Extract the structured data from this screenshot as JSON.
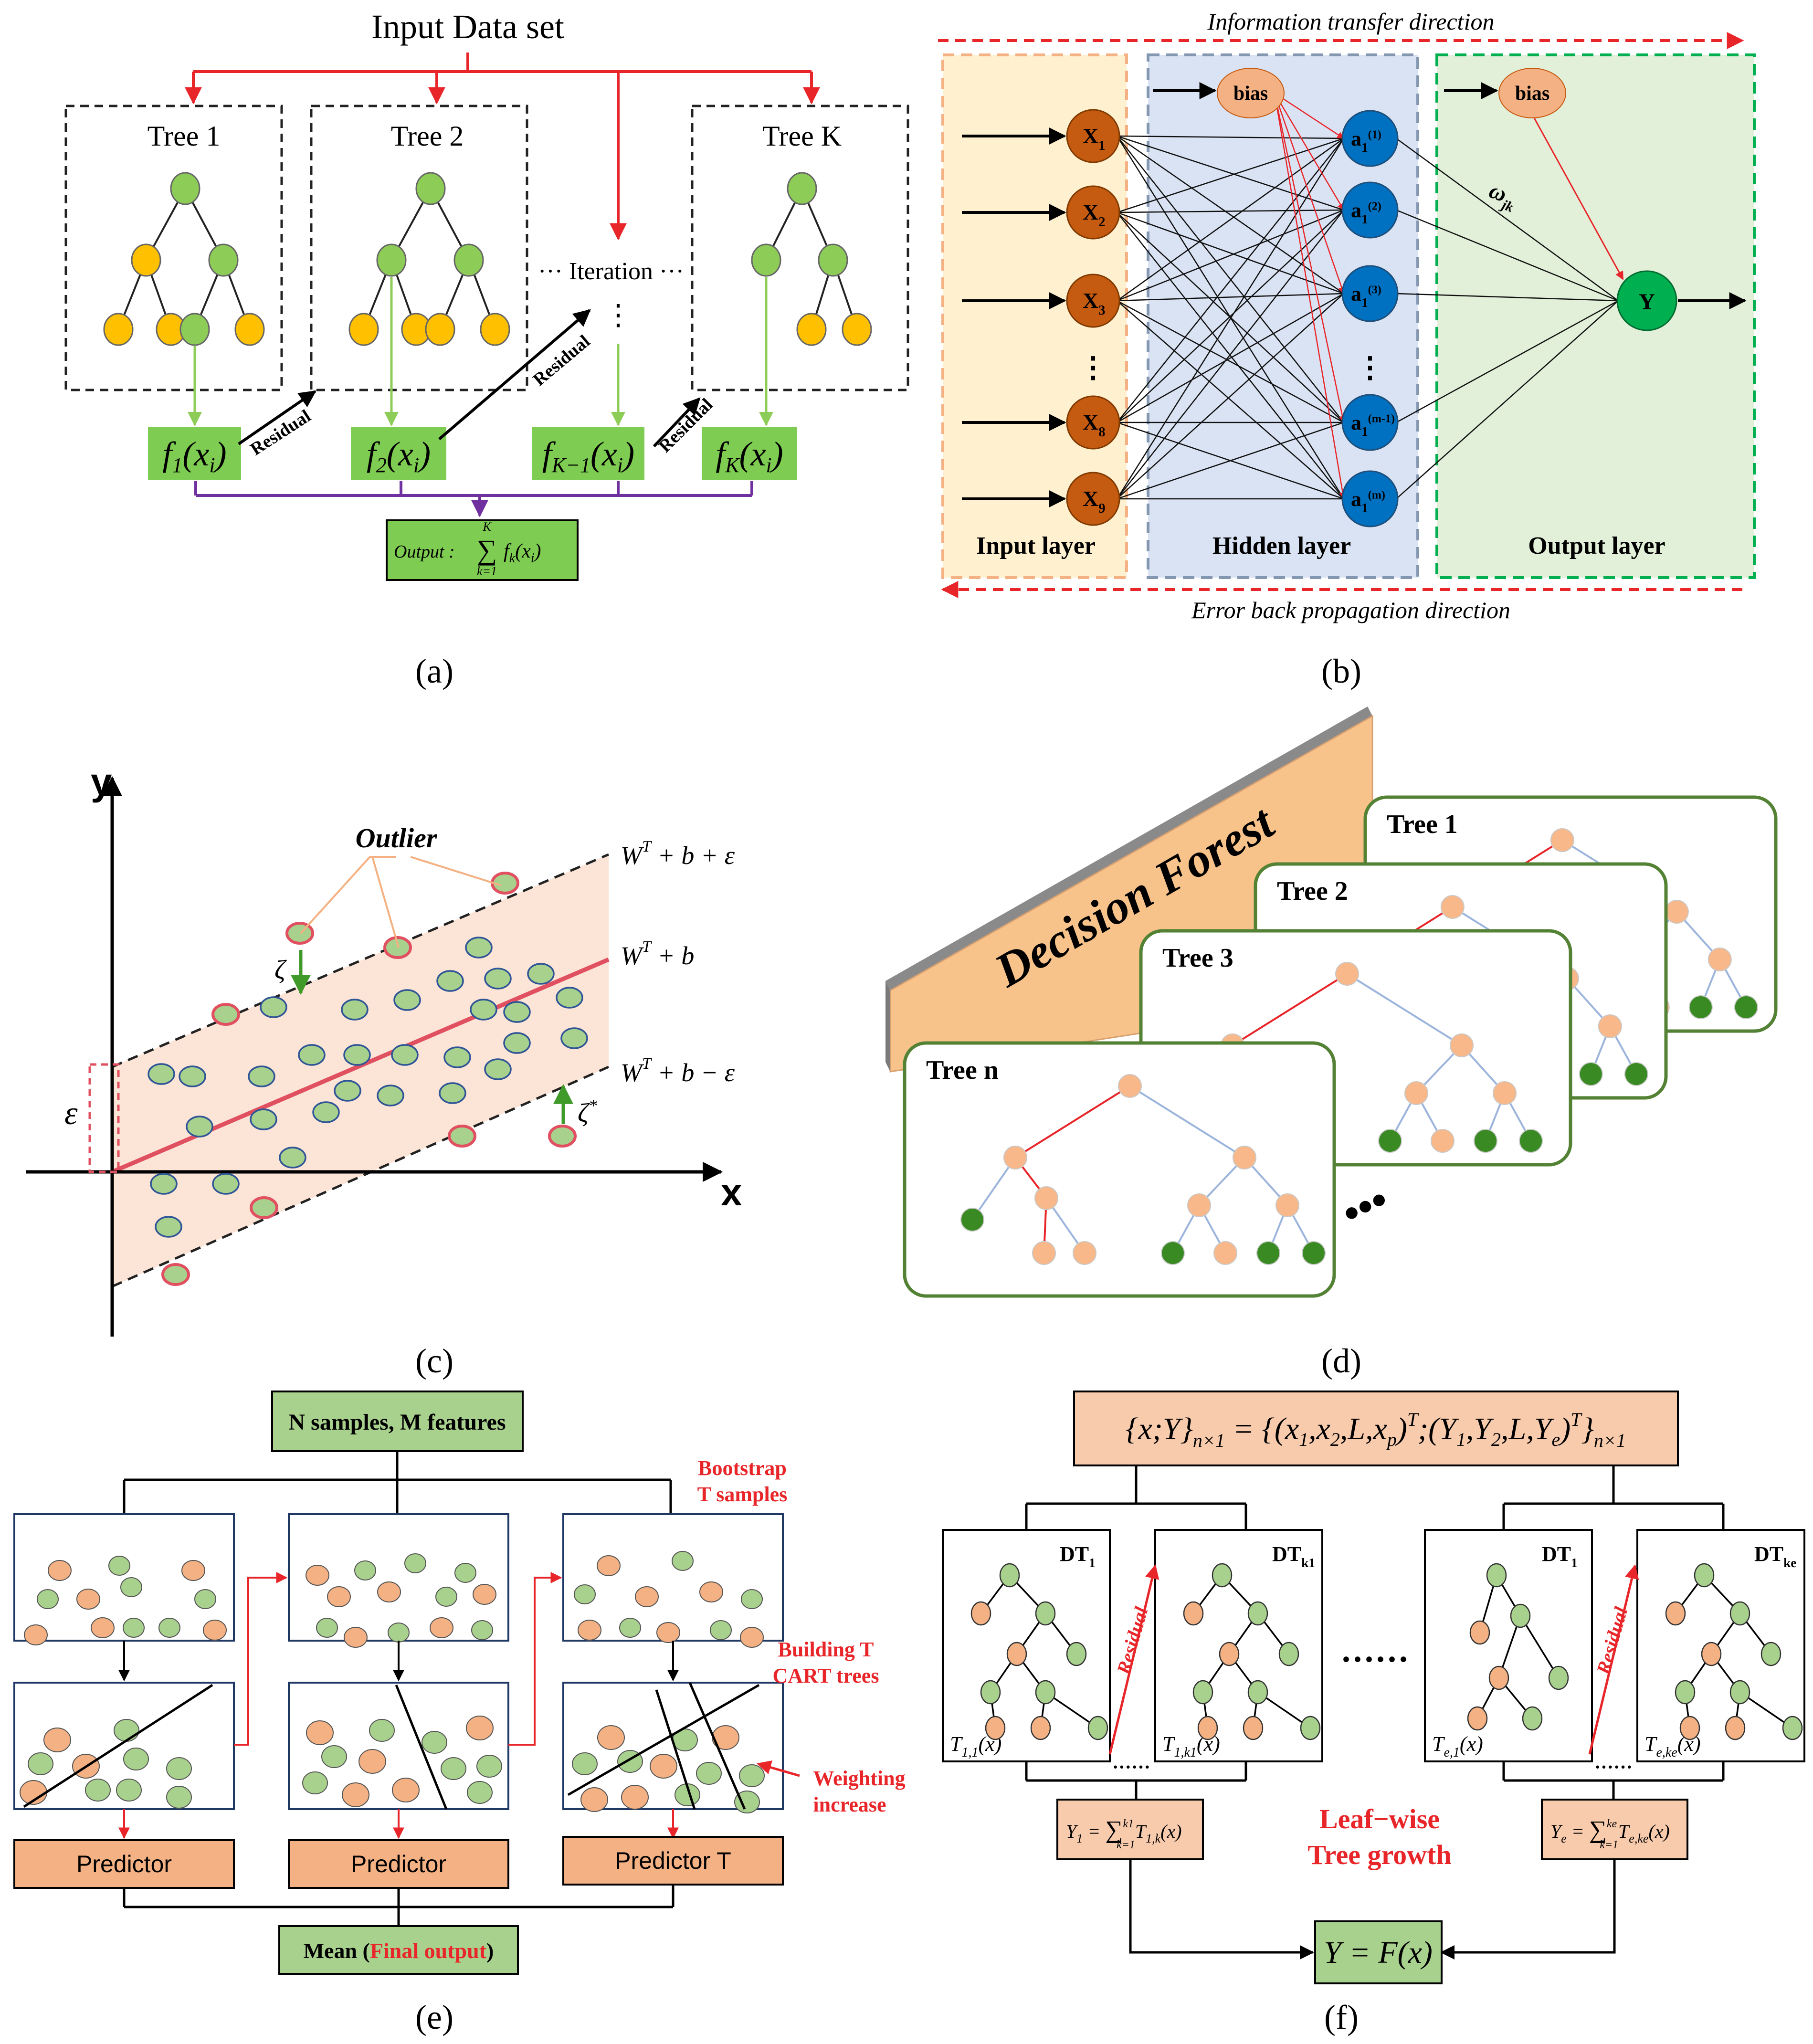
{
  "colors": {
    "red": "#e8262a",
    "green_node": "#8dcd57",
    "yellow_node": "#ffc000",
    "light_green_box": "#7ecd52",
    "purple": "#7030a0",
    "orange_node": "#c55a11",
    "blue_node": "#0070c0",
    "green_output": "#00b050",
    "salmon": "#f4b183",
    "tree_frame_green": "#548235"
  },
  "a": {
    "caption": "(a)",
    "title": "Input Data set",
    "trees": [
      "Tree 1",
      "Tree 2",
      "Tree K"
    ],
    "iteration": "··· Iteration ···",
    "vdots": "⋮",
    "residual": "Residual",
    "funcs": [
      {
        "f": "f",
        "sub": "1",
        "arg": "(x",
        "argsub": "i",
        "close": ")"
      },
      {
        "f": "f",
        "sub": "2",
        "arg": "(x",
        "argsub": "i",
        "close": ")"
      },
      {
        "f": "f",
        "sub": "K−1",
        "arg": "(x",
        "argsub": "i",
        "close": ")"
      },
      {
        "f": "f",
        "sub": "K",
        "arg": "(x",
        "argsub": "i",
        "close": ")"
      }
    ],
    "output_label": "Output :",
    "output_sum_top": "K",
    "output_sum_sym": "∑",
    "output_sum_bottom": "k=1",
    "output_expr": "f",
    "output_expr_sub": "k",
    "output_expr_arg": "(x",
    "output_expr_argsub": "i",
    "output_expr_close": ")"
  },
  "b": {
    "caption": "(b)",
    "top_arrow": "Information transfer direction",
    "bottom_arrow": "Error back propagation direction",
    "input_layer": "Input layer",
    "hidden_layer": "Hidden layer",
    "output_layer": "Output layer",
    "bias": "bias",
    "inputs": [
      {
        "t": "X",
        "s": "1"
      },
      {
        "t": "X",
        "s": "2"
      },
      {
        "t": "X",
        "s": "3"
      },
      {
        "t": "X",
        "s": "8"
      },
      {
        "t": "X",
        "s": "9"
      }
    ],
    "hidden": [
      {
        "t": "a",
        "s": "1",
        "p": "(1)"
      },
      {
        "t": "a",
        "s": "1",
        "p": "(2)"
      },
      {
        "t": "a",
        "s": "1",
        "p": "(3)"
      },
      {
        "t": "a",
        "s": "1",
        "p": "(m-1)"
      },
      {
        "t": "a",
        "s": "1",
        "p": "(m)"
      }
    ],
    "dots": "⋮",
    "weight": "ω",
    "weight_sub": "jk",
    "output": "Y"
  },
  "c": {
    "caption": "(c)",
    "y_axis": "y",
    "x_axis": "x",
    "outlier": "Outlier",
    "upper": {
      "t": "W",
      "sup": "T",
      "rest": " + b + ε"
    },
    "middle": {
      "t": "W",
      "sup": "T",
      "rest": " + b"
    },
    "lower": {
      "t": "W",
      "sup": "T",
      "rest": " + b − ε"
    },
    "epsilon": "ε",
    "zeta": "ζ",
    "zeta_star": "ζ",
    "zeta_star_sup": "*"
  },
  "d": {
    "caption": "(d)",
    "banner": "Decision Forest",
    "trees": [
      "Tree  1",
      "Tree  2",
      "Tree  3",
      "Tree  n"
    ],
    "dots": "•••"
  },
  "e": {
    "caption": "(e)",
    "top_box": "N samples, M features",
    "bootstrap": [
      "Bootstrap",
      "T samples"
    ],
    "building": [
      "Building T",
      "CART trees"
    ],
    "weighting": [
      "Weighting",
      "increase"
    ],
    "predictors": [
      "Predictor",
      "Predictor",
      "Predictor T"
    ],
    "mean_prefix": "Mean (",
    "mean_red": "Final output",
    "mean_suffix": ")"
  },
  "f": {
    "caption": "(f)",
    "top_formula": "{x;Y}",
    "top_formula_sub": "n×1",
    "top_formula_mid": " = {(x",
    "top_formula_rest": ",x",
    "top_formula_rest2": ",L,x",
    "top_formula_p": "p",
    "top_formula_t": ")",
    "top_formula_T": "T",
    "top_formula_Y": ";(Y",
    "top_formula_Y2": ",Y",
    "top_formula_Y3": ",L,Y",
    "top_formula_e": "e",
    "top_formula_end": ")",
    "top_formula_end2": "}",
    "dt_labels": [
      {
        "t": "DT",
        "s": "1"
      },
      {
        "t": "DT",
        "s": "k1"
      },
      {
        "t": "DT",
        "s": "1"
      },
      {
        "t": "DT",
        "s": "ke"
      }
    ],
    "t_labels": [
      {
        "t": "T",
        "s": "1,1",
        "r": "(x)"
      },
      {
        "t": "T",
        "s": "1,k1",
        "r": "(x)"
      },
      {
        "t": "T",
        "s": "e,1",
        "r": "(x)"
      },
      {
        "t": "T",
        "s": "e,ke",
        "r": "(x)"
      }
    ],
    "residual": "Residual",
    "ellipsis": "······",
    "small_dots": "······",
    "leaf_wise": [
      "Leaf−wise",
      "Tree growth"
    ],
    "sum1": {
      "y": "Y",
      "ys": "1",
      "eq": " = ",
      "sig": "∑",
      "top": "k1",
      "bot": "k=1",
      "t": "T",
      "ts": "1,k",
      "r": "(x)"
    },
    "sum2": {
      "y": "Y",
      "ys": "e",
      "eq": " = ",
      "sig": "∑",
      "top": "ke",
      "bot": "k=1",
      "t": "T",
      "ts": "e,ke",
      "r": "(x)"
    },
    "final": "Y = F(x)"
  }
}
